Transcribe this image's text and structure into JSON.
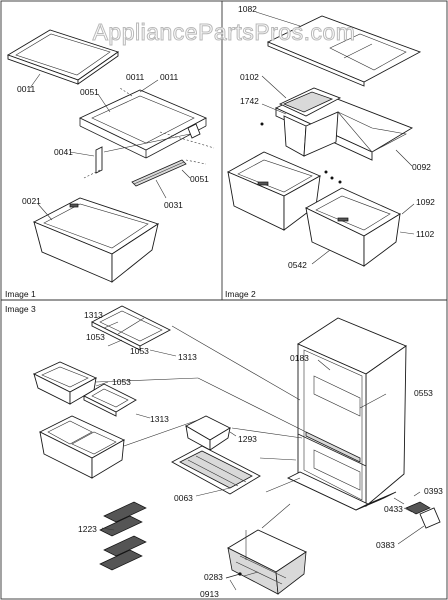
{
  "watermark": "AppliancePartsPros.com",
  "panels": [
    {
      "label": "Image 1"
    },
    {
      "label": "Image 2"
    },
    {
      "label": "Image 3"
    }
  ],
  "parts": [
    "0011",
    "0011",
    "0051",
    "0011",
    "0041",
    "0051",
    "0031",
    "0021",
    "1082",
    "0102",
    "1742",
    "0092",
    "1092",
    "1102",
    "0542",
    "1313",
    "1053",
    "1053",
    "1313",
    "0183",
    "0553",
    "1053",
    "1313",
    "1293",
    "0063",
    "0393",
    "0433",
    "1223",
    "0283",
    "0383",
    "0913"
  ]
}
